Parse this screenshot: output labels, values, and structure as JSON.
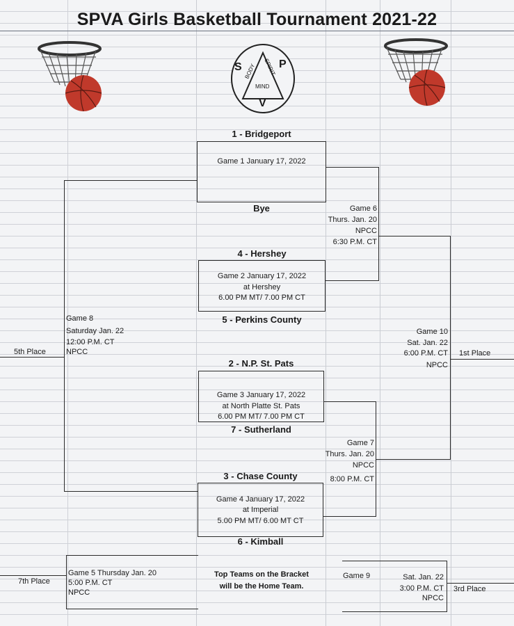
{
  "title": "SPVA Girls Basketball Tournament 2021-22",
  "logo": {
    "letters": [
      "S",
      "P",
      "V"
    ],
    "words": [
      "BODY",
      "SPIRIT",
      "MIND"
    ]
  },
  "icons": {
    "left": "basketball-hoop-icon",
    "right": "basketball-hoop-icon"
  },
  "teams": {
    "t1": "1 - Bridgeport",
    "bye": "Bye",
    "t4": "4 - Hershey",
    "t5": "5 - Perkins County",
    "t2": "2 - N.P. St. Pats",
    "t7": "7 - Sutherland",
    "t3": "3 - Chase County",
    "t6": "6 - Kimball"
  },
  "games": {
    "g1": [
      "Game 1 January 17, 2022"
    ],
    "g2": [
      "Game 2 January 17, 2022",
      "at Hershey",
      "6.00 PM MT/ 7.00 PM CT"
    ],
    "g3": [
      "Game 3  January 17, 2022",
      "at North Platte St. Pats",
      "6.00 PM MT/ 7.00 PM CT"
    ],
    "g4": [
      "Game 4 January 17, 2022",
      "at Imperial",
      "5.00 PM MT/ 6.00 MT CT"
    ],
    "g5": [
      "Game 5 Thursday Jan. 20",
      "5:00 P.M. CT",
      "NPCC"
    ],
    "g6": [
      "Game 6",
      "Thurs. Jan. 20",
      "NPCC",
      "6:30 P.M. CT"
    ],
    "g7": [
      "Game 7",
      "Thurs. Jan. 20",
      "NPCC",
      "8:00 P.M. CT"
    ],
    "g8": [
      "Game 8",
      "Saturday Jan. 22",
      "12:00 P.M. CT",
      "NPCC"
    ],
    "g9": [
      "Game 9"
    ],
    "g9info": [
      "Sat. Jan. 22",
      "3:00 P.M. CT",
      "NPCC"
    ],
    "g10": [
      "Game 10",
      "Sat. Jan. 22",
      "6:00 P.M. CT",
      "NPCC"
    ]
  },
  "places": {
    "fifth": "5th Place",
    "first": "1st Place",
    "seventh": "7th Place",
    "third": "3rd Place"
  },
  "note": [
    "Top Teams on the Bracket",
    "will be the Home Team."
  ]
}
